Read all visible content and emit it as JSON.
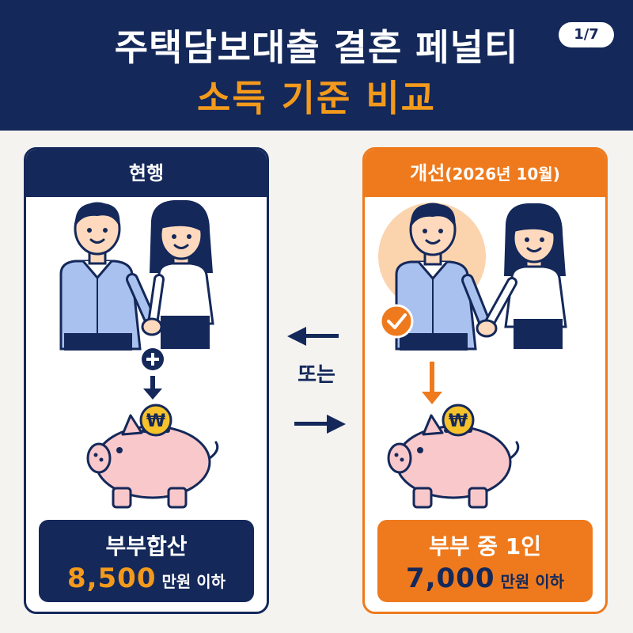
{
  "header": {
    "title_line1": "주택담보대출 결혼 페널티",
    "title_line2": "소득 기준 비교",
    "page_indicator": "1/7"
  },
  "colors": {
    "navy": "#14285a",
    "orange": "#ee7a1d",
    "accent_orange": "#f39a1c",
    "background": "#f4f3f0"
  },
  "current": {
    "heading": "현행",
    "result_label": "부부합산",
    "amount": "8,500",
    "amount_suffix": "만원 이하",
    "icons": [
      "couple-illustration",
      "plus-icon",
      "arrow-down-icon",
      "piggy-bank-icon",
      "won-coin-icon"
    ]
  },
  "improved": {
    "heading": "개선",
    "heading_sub": "(2026년 10월)",
    "result_label": "부부 중 1인",
    "amount": "7,000",
    "amount_suffix": "만원 이하",
    "icons": [
      "couple-illustration",
      "check-icon",
      "arrow-down-icon",
      "piggy-bank-icon",
      "won-coin-icon"
    ]
  },
  "middle": {
    "label": "또는",
    "icons": [
      "arrow-left-icon",
      "arrow-right-icon"
    ]
  },
  "coin_symbol": "₩"
}
